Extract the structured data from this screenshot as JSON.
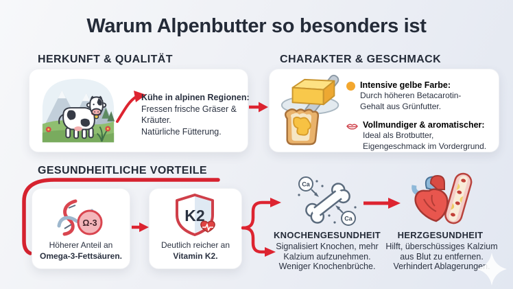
{
  "title": "Warum Alpenbutter so besonders ist",
  "colors": {
    "accent_red": "#dd2430",
    "dark_text": "#2a3140",
    "heading_text": "#242b38",
    "yellow": "#f3a72e",
    "card_bg": "#ffffff"
  },
  "origin": {
    "heading": "HERKUNFT & QUALITÄT",
    "illustration": "cow-alpine-meadow",
    "point_title": "Kühe in alpinen Regionen:",
    "point_lines": [
      "Fressen frische Gräser &",
      "Kräuter.",
      "Natürliche Fütterung."
    ]
  },
  "character": {
    "heading": "CHARAKTER & GESCHMACK",
    "illustration": "butter-bread-knife",
    "bullets": [
      {
        "icon": "yellow-dot-icon",
        "title": "Intensive gelbe Farbe:",
        "lines": [
          "Durch höheren Betacarotin-",
          "Gehalt aus Grünfutter."
        ]
      },
      {
        "icon": "lips-icon",
        "title": "Vollmundiger & aromatischer:",
        "lines": [
          "Ideal als Brotbutter,",
          "Eigengeschmack im Vordergrund."
        ]
      }
    ]
  },
  "health": {
    "heading": "GESUNDHEITLICHE VORTEILE",
    "omega": {
      "icon": "omega3-dna-icon",
      "icon_label": "Ω-3",
      "line1": "Höherer Anteil an",
      "line2": "Omega-3-Fettsäuren."
    },
    "k2": {
      "icon": "k2-shield-icon",
      "icon_label": "K2",
      "line1": "Deutlich reicher an",
      "line2": "Vitamin K2."
    },
    "bone": {
      "icon": "bone-calcium-icon",
      "ca_label": "Ca",
      "heading": "KNOCHENGESUNDHEIT",
      "lines": [
        "Signalisiert Knochen, mehr",
        "Kalzium aufzunehmen.",
        "Weniger Knochenbrüche."
      ]
    },
    "heart": {
      "icon": "heart-artery-icon",
      "heading": "HERZGESUNDHEIT",
      "lines": [
        "Hilft, überschüssiges Kalzium",
        "aus Blut zu entfernen.",
        "Verhindert Ablagerungen."
      ]
    }
  }
}
